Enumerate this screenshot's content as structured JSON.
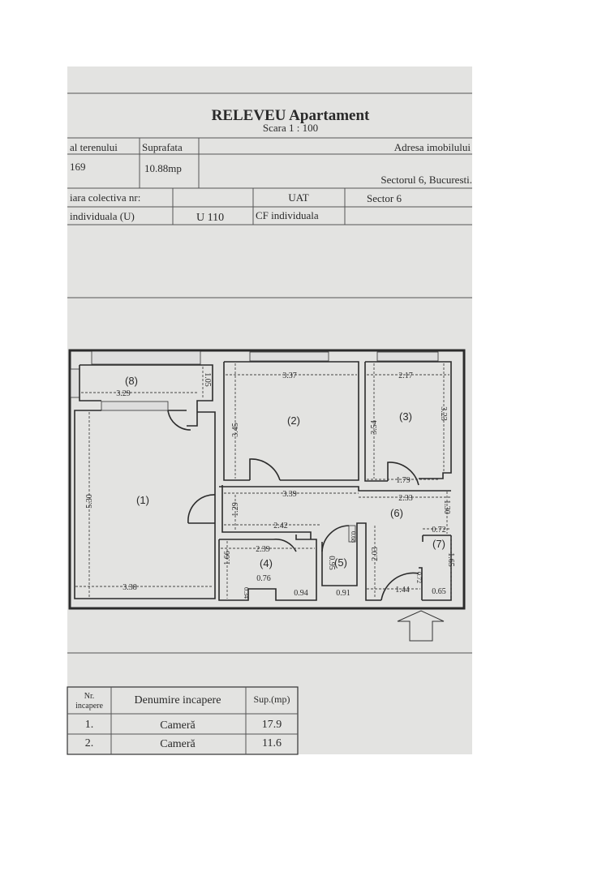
{
  "header": {
    "title": "RELEVEU Apartament",
    "scale": "Scara 1 : 100",
    "col_teren": "al terenului",
    "col_suprafata": "Suprafata",
    "col_adresa": "Adresa imobilului",
    "teren_value": "169",
    "suprafata_value": "10.88mp",
    "adresa_value": "Sectorul 6, Bucuresti.",
    "cf_colectiva_label": "iara colectiva nr:",
    "cf_colectiva_value": "",
    "uat_label": "UAT",
    "uat_value": "Sector 6",
    "individuala_label": "individuala (U)",
    "individuala_value": "U 110",
    "cf_individuala_label": "CF individuala",
    "cf_individuala_value": ""
  },
  "plan": {
    "rooms": {
      "r1": "(1)",
      "r2": "(2)",
      "r3": "(3)",
      "r4": "(4)",
      "r5": "(5)",
      "r6": "(6)",
      "r7": "(7)",
      "r8": "(8)"
    },
    "dims": {
      "r8_w": "3.29",
      "r8_h": "1.05",
      "r1_h": "5.30",
      "r1_w": "3.38",
      "r2_w": "3.37",
      "r2_h": "3.45",
      "r3_w": "2.17",
      "r3_hl": "3.54",
      "r3_hr": "3.23",
      "r3_b": "1.79",
      "hall_w1": "3.39",
      "hall_w2": "2.33",
      "hall_h1": "1.29",
      "hall_w3": "2.42",
      "hall_h2": "1.30",
      "r4_w": "2.39",
      "r4_h": "1.66",
      "r4_a": "0.76",
      "r4_b": "0.94",
      "r4_c": "0.34",
      "r5_a": "0.68",
      "r5_h": "0.95",
      "r5_w": "0.91",
      "hall_h3": "2.03",
      "r7_w": "0.72",
      "r7_h": "1.65",
      "entry_w": "1.44",
      "r7_a": "0.72",
      "r7_b": "0.65"
    },
    "entrance_icon": "entrance-arrow-icon"
  },
  "rooms_table": {
    "headers": {
      "nr": "Nr.",
      "nr2": "incapere",
      "name": "Denumire incapere",
      "area": "Sup.(mp)"
    },
    "rows": [
      {
        "nr": "1.",
        "name": "Cameră",
        "area": "17.9"
      },
      {
        "nr": "2.",
        "name": "Cameră",
        "area": "11.6"
      }
    ]
  }
}
